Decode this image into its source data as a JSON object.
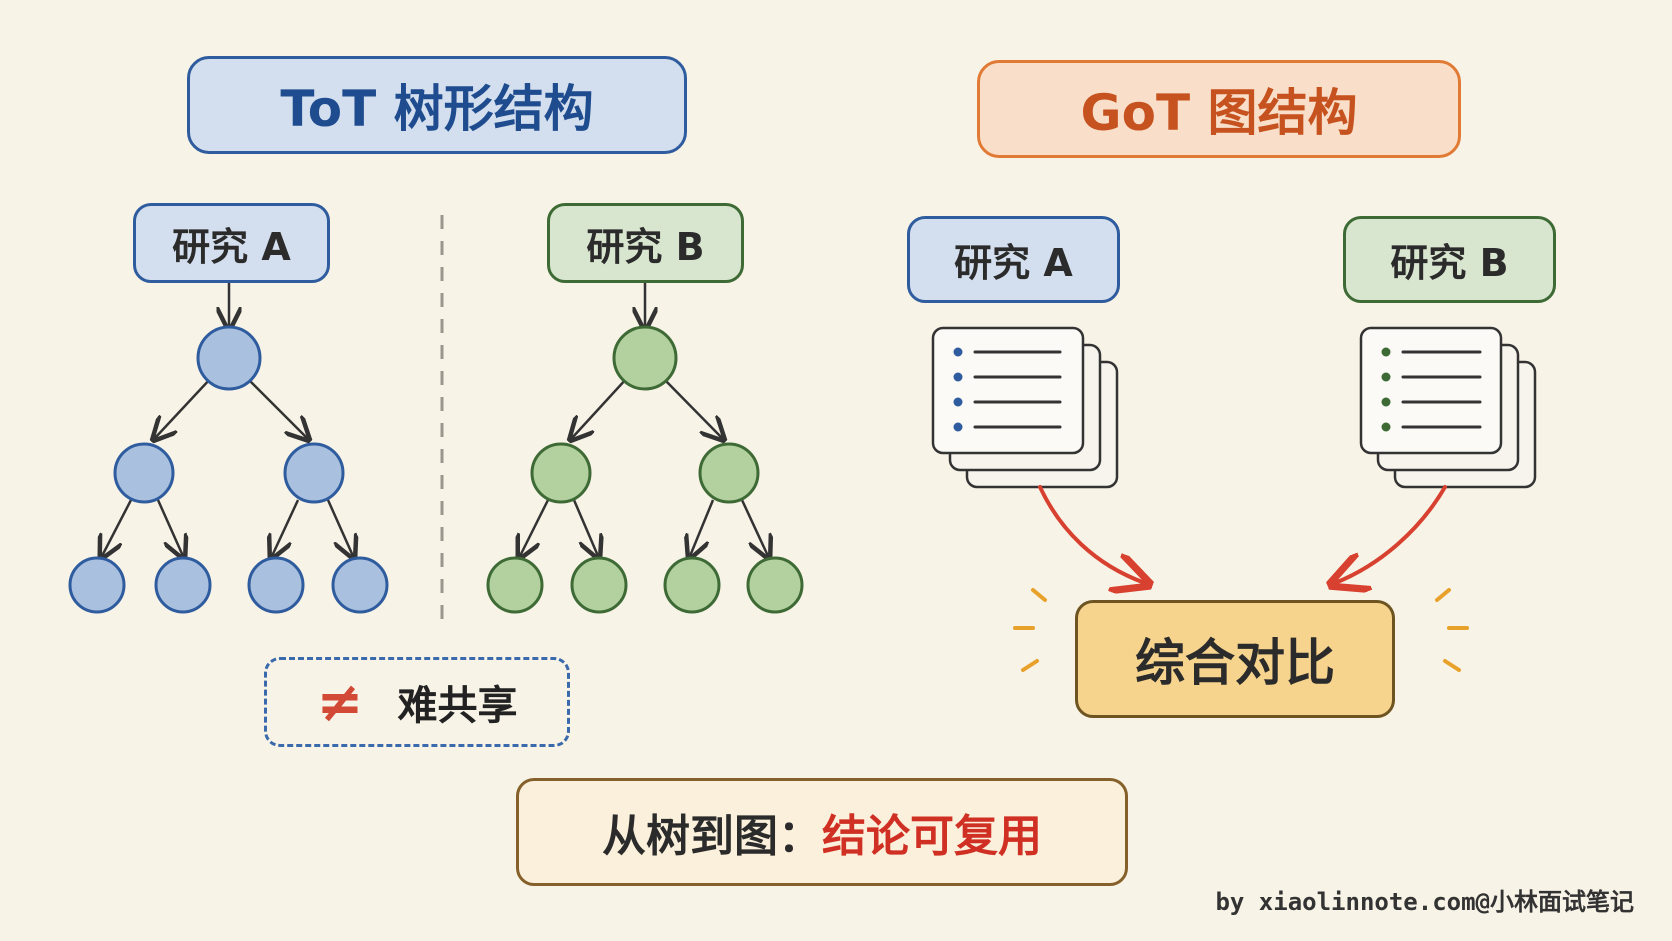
{
  "tot_section": {
    "title": "ToT 树形结构",
    "study_a": "研究 A",
    "study_b": "研究 B",
    "hard_share_symbol": "≠",
    "hard_share_text": "难共享"
  },
  "got_section": {
    "title": "GoT 图结构",
    "study_a": "研究 A",
    "study_b": "研究 B",
    "merge_label": "综合对比"
  },
  "summary": {
    "prefix": "从树到图：",
    "highlight": "结论可复用"
  },
  "footer": "by xiaolinnote.com@小林面试笔记",
  "colors": {
    "background": "#f8f3e7",
    "blue_fill": "#a9c1df",
    "blue_stroke": "#2f5c9e",
    "green_fill": "#b3d09f",
    "green_stroke": "#3e6a35",
    "orange_stroke": "#e07a35",
    "red_accent": "#d02f23",
    "yellow_fill": "#f7d48e"
  }
}
